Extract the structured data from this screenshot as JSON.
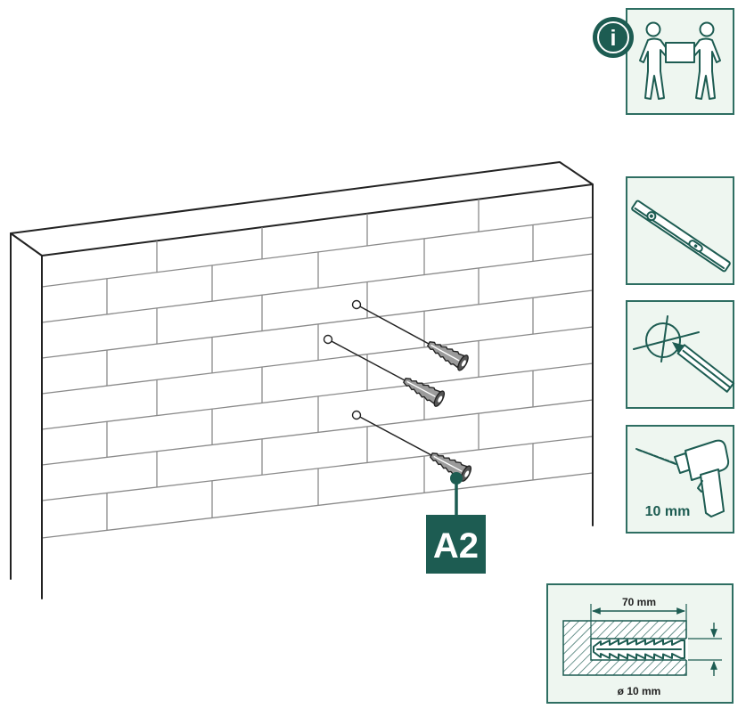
{
  "step": {
    "label": "A2"
  },
  "info_badge": {
    "glyph": "i",
    "icon": "info-icon"
  },
  "tool_panels": {
    "two_person_lift": {
      "icon": "two-person-carry-icon"
    },
    "spirit_level": {
      "icon": "spirit-level-icon"
    },
    "mark_position": {
      "icon": "pencil-crosshair-icon"
    },
    "drill": {
      "icon": "drill-icon",
      "bit_size": "10 mm"
    }
  },
  "hole_spec": {
    "icon": "hole-cross-section-icon",
    "depth": "70 mm",
    "diameter": "ø 10 mm"
  },
  "wall": {
    "icon": "brick-wall-icon",
    "fixing_icon": "wall-plug-icon"
  },
  "colors": {
    "accent": "#1d5c52",
    "panel_background": "#eef6f0",
    "panel_border": "#2e6e62",
    "line": "#222222",
    "mortar": "#8a8a8a"
  }
}
